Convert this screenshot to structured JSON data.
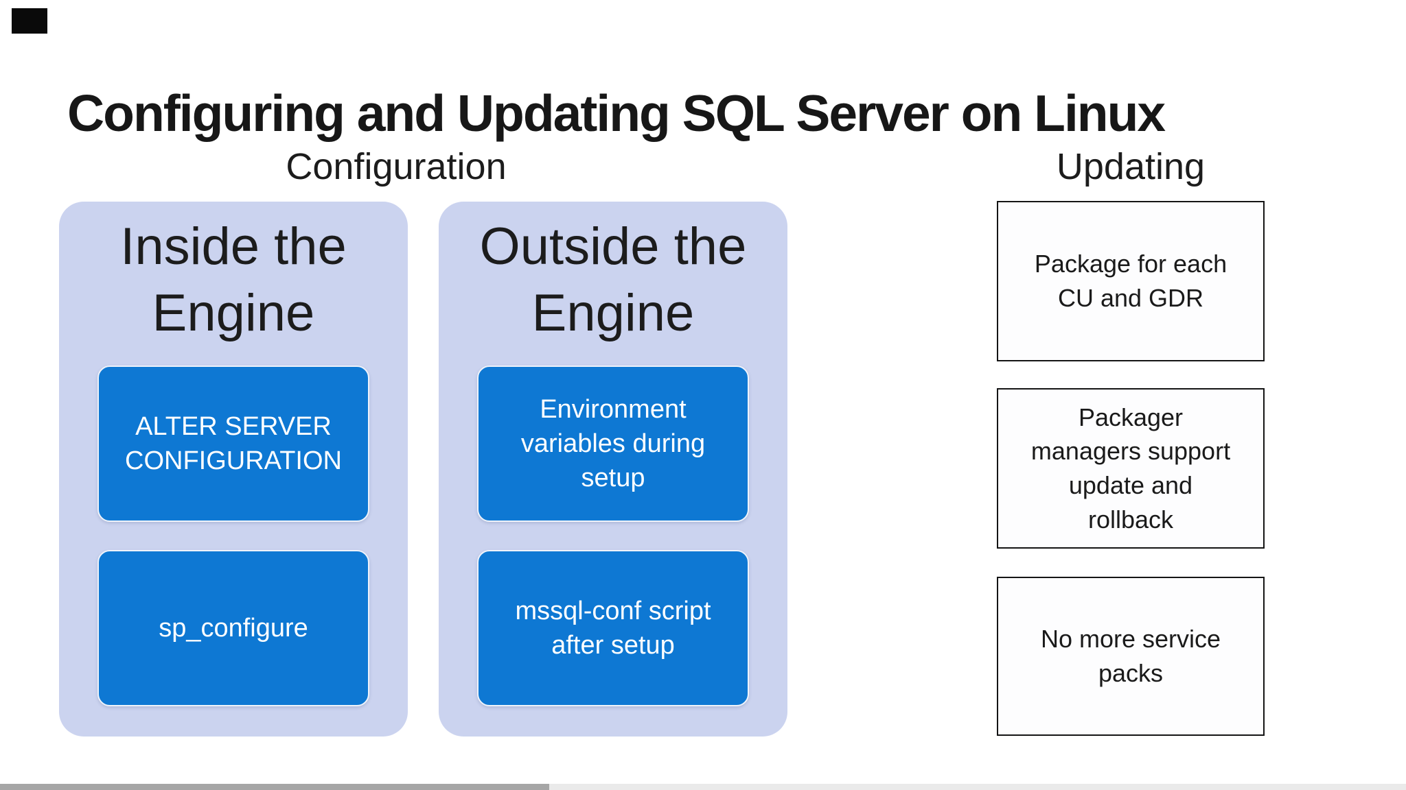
{
  "slide": {
    "title": "Configuring and Updating SQL Server on Linux",
    "section_labels": {
      "configuration": "Configuration",
      "updating": "Updating"
    },
    "config_panels": [
      {
        "heading": "Inside the\nEngine",
        "boxes": [
          "ALTER SERVER\nCONFIGURATION",
          "sp_configure"
        ]
      },
      {
        "heading": "Outside the\nEngine",
        "boxes": [
          "Environment\nvariables during\nsetup",
          "mssql-conf script\nafter setup"
        ]
      }
    ],
    "updating_boxes": [
      "Package for each\nCU and GDR",
      "Packager\nmanagers support\nupdate and\nrollback",
      "No more service\npacks"
    ],
    "colors": {
      "panel_background": "#cbd3ef",
      "box_blue": "#0e78d3",
      "box_blue_text": "#ffffff",
      "title_text": "#171717",
      "update_box_border": "#141414"
    }
  }
}
